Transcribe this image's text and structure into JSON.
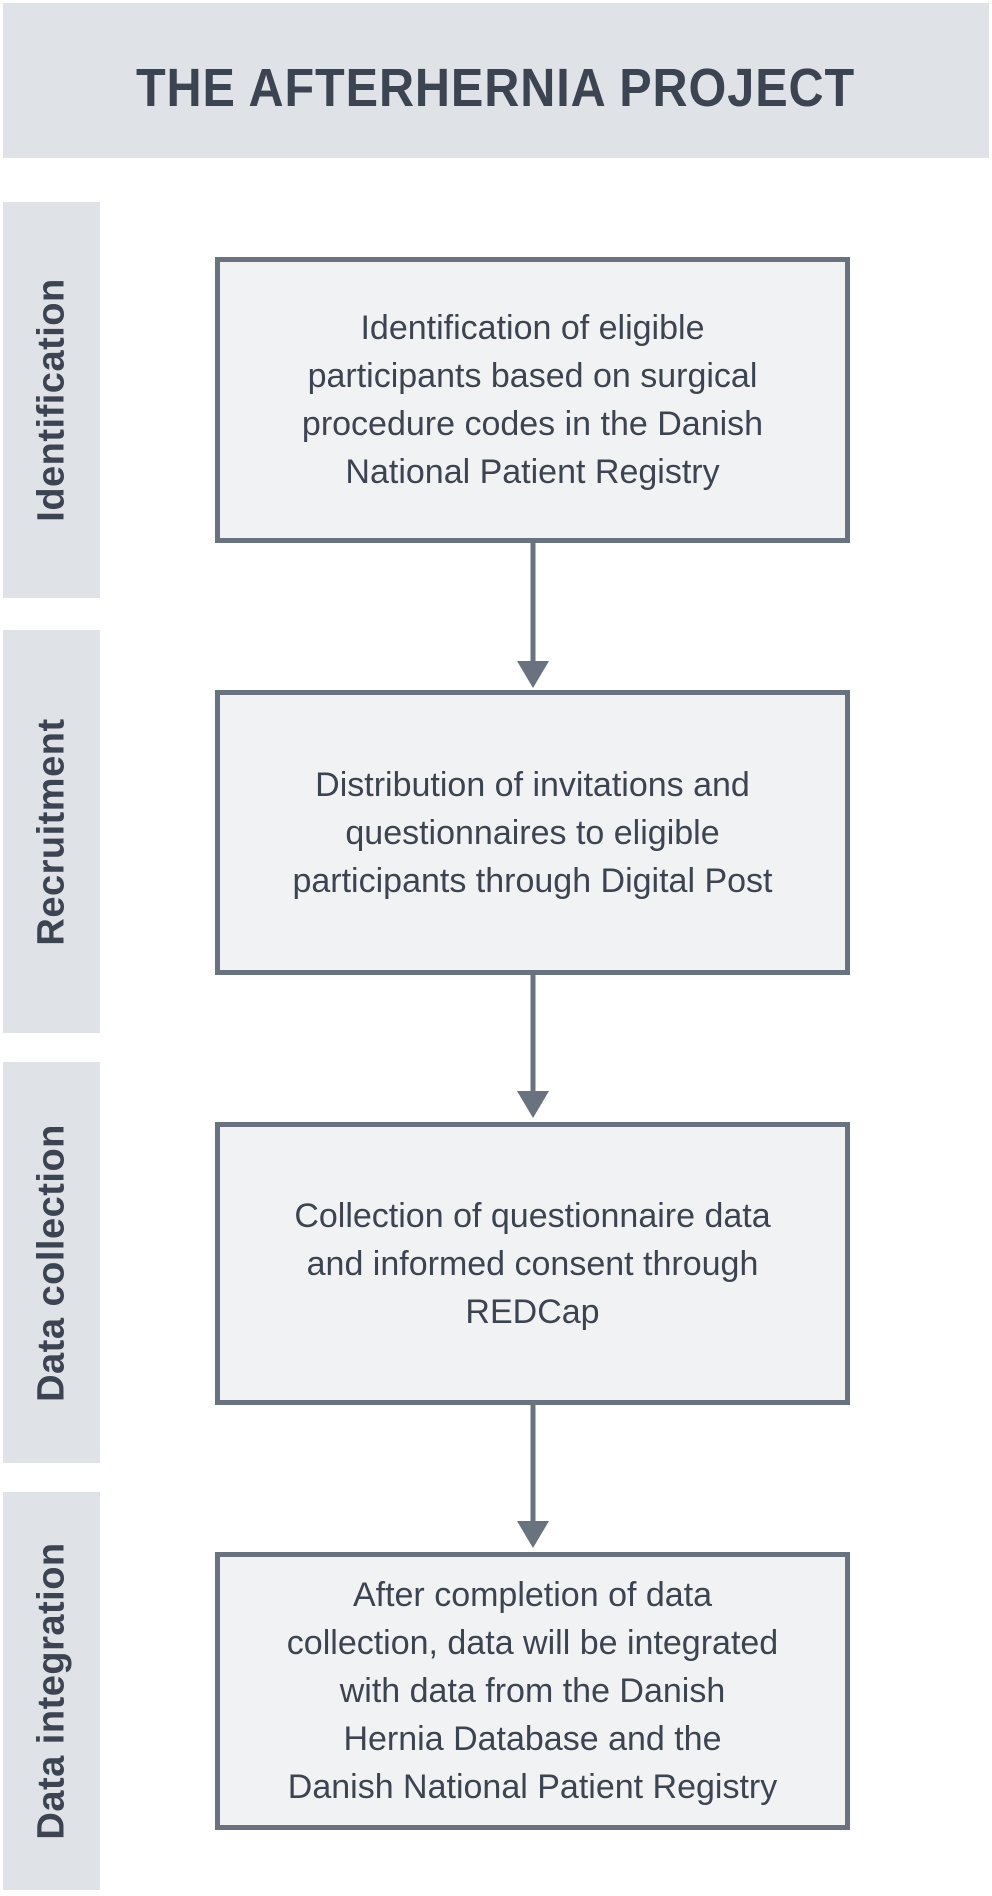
{
  "title": "THE AFTERHERNIA PROJECT",
  "colors": {
    "band": "#dfe2e6",
    "box_fill": "#f1f2f4",
    "line": "#6a7280",
    "text": "#3d4451"
  },
  "stages": [
    {
      "label": "Identification",
      "box_text": "Identification of eligible\nparticipants based on surgical\nprocedure codes in the Danish\nNational Patient Registry"
    },
    {
      "label": "Recruitment",
      "box_text": "Distribution of invitations and\nquestionnaires to eligible\nparticipants through Digital Post"
    },
    {
      "label": "Data collection",
      "box_text": "Collection of questionnaire data\nand informed consent through\nREDCap"
    },
    {
      "label": "Data integration",
      "box_text": "After completion of data\ncollection, data will be integrated\nwith data from the Danish\nHernia Database and the\nDanish National Patient Registry"
    }
  ]
}
